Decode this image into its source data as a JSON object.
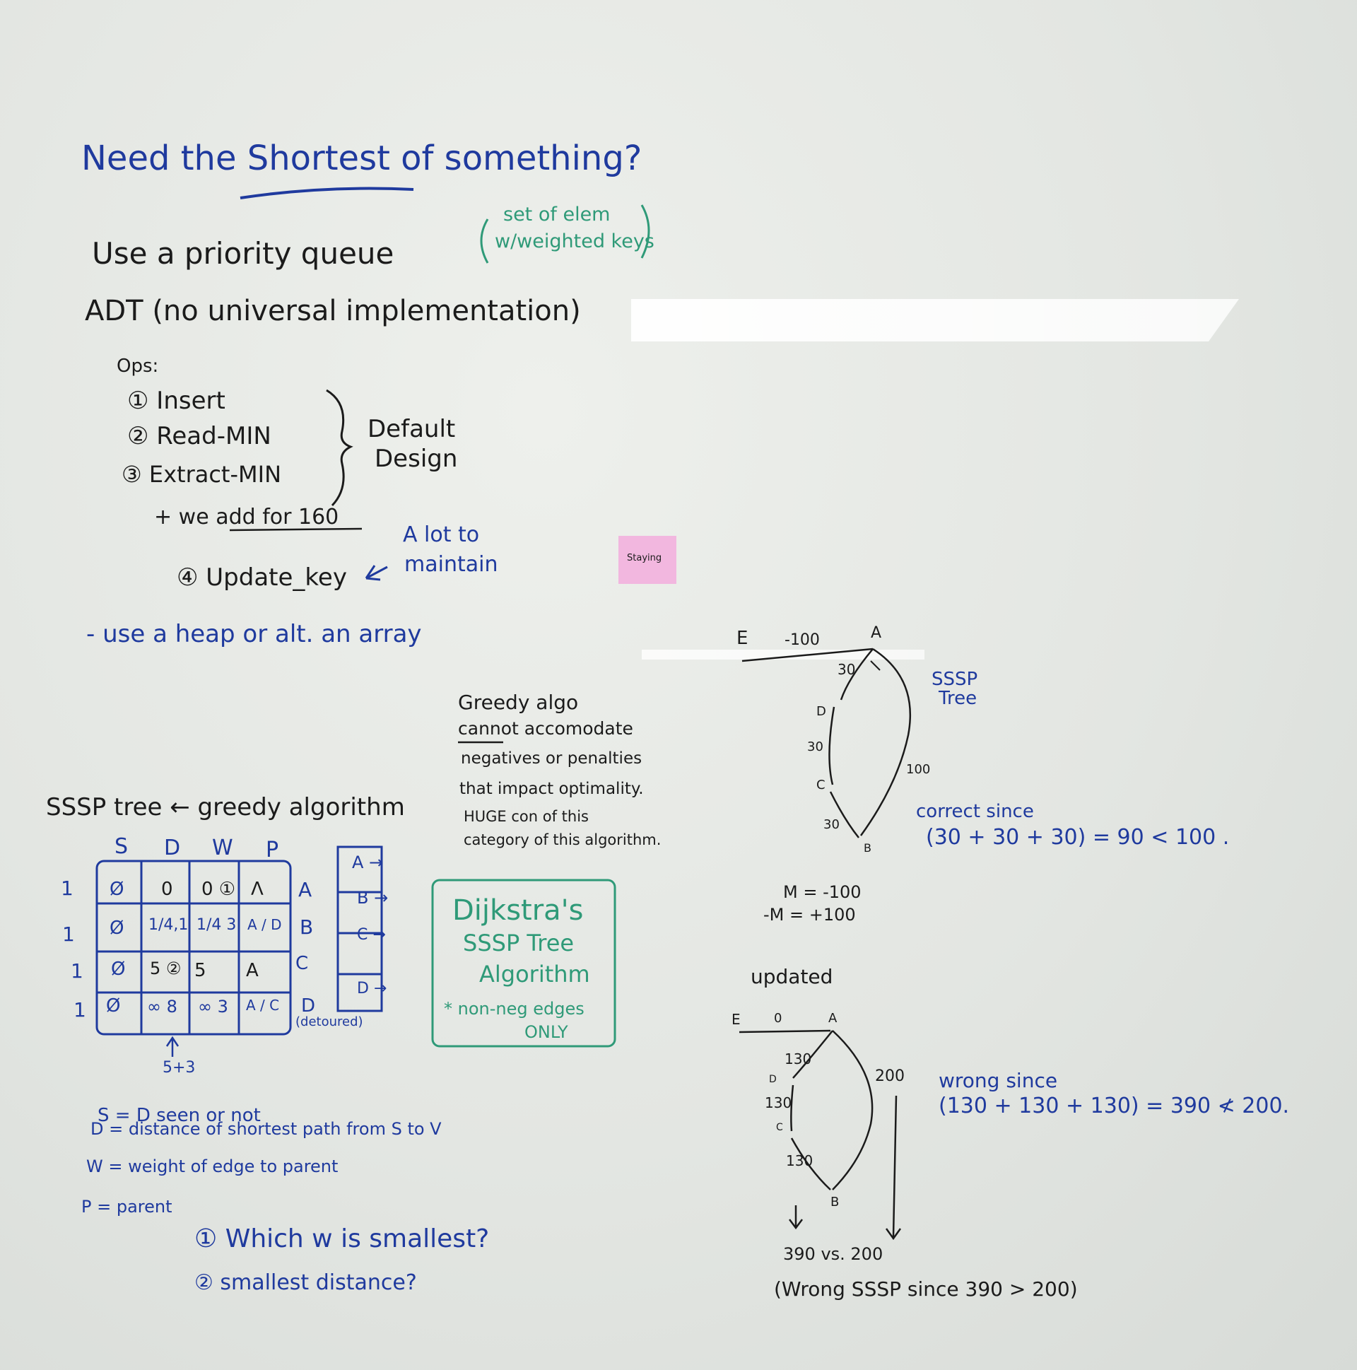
{
  "title": "Need the Shortest of something?",
  "bullets": {
    "b1": "Use a priority queue",
    "b1_note_1": "set of elem",
    "b1_note_2": "w/weighted keys",
    "b2": "ADT (no universal implementation)",
    "ops_label": "Ops:",
    "ops": [
      "① Insert",
      "② Read-MIN",
      "③ Extract-MIN"
    ],
    "default_design_1": "Default",
    "default_design_2": "Design",
    "we_add": "+ we add for 160",
    "op4": "④ Update_key",
    "a_lot_1": "A lot to",
    "a_lot_2": "maintain",
    "heap": "- use a heap   or alt. an array"
  },
  "sticky_note": "Staying",
  "greedy_note": [
    "Greedy algo",
    "cannot accomodate",
    "negatives or penalties",
    "that impact optimality.",
    "HUGE con of this",
    "category of this algorithm."
  ],
  "sssp_heading": "SSSP tree ← greedy algorithm",
  "table": {
    "columns": [
      "S",
      "D",
      "W",
      "P"
    ],
    "row_marks": [
      "1",
      "1",
      "1",
      "1"
    ],
    "row_nodes": [
      "A",
      "B",
      "C",
      "D"
    ],
    "cells": [
      [
        "Ø",
        "0",
        "0 ①",
        "Λ"
      ],
      [
        "Ø",
        "1/4,1",
        "1/4 3",
        "A / D"
      ],
      [
        "Ø",
        "5 ②",
        "5",
        "A"
      ],
      [
        "Ø",
        "∞ 8",
        "∞ 3",
        "A / C"
      ]
    ],
    "detoured": "(detoured)",
    "arrow_note": "5+3",
    "queue": [
      "A →",
      "B →",
      "C →",
      "D →"
    ]
  },
  "dijkstra_box": [
    "Dijkstra's",
    "SSSP Tree",
    "Algorithm",
    "* non-neg edges",
    "ONLY"
  ],
  "legend": [
    "S = D seen or not",
    "D = distance of shortest path from S to V",
    "W = weight of edge to parent",
    "P = parent"
  ],
  "questions": [
    "① Which w is smallest?",
    "② smallest distance?"
  ],
  "graph1": {
    "E": "E",
    "A": "A",
    "D": "D",
    "C": "C",
    "B": "B",
    "EA": "-100",
    "AD": "30",
    "DC": "30",
    "CB": "30",
    "AB": "100",
    "label_1": "SSSP",
    "label_2": "Tree"
  },
  "correct_1": "correct since",
  "correct_2": "(30 + 30 + 30) = 90 < 100 .",
  "m_1": "M = -100",
  "m_2": "-M = +100",
  "updated": "updated",
  "graph2": {
    "E": "E",
    "zero": "0",
    "A": "A",
    "D": "D",
    "C": "C",
    "B": "B",
    "AD": "130",
    "DC": "130",
    "CB": "130",
    "AB": "200"
  },
  "wrong_1": "wrong since",
  "wrong_2": "(130 + 130 + 130) = 390 ≮ 200.",
  "compare": "390  vs.  200",
  "wrong_sssp": "(Wrong SSSP since 390 > 200)",
  "colors": {
    "blue_ink": "#1f3a9e",
    "black_ink": "#1b1b1b",
    "green_ink": "#2f9a78",
    "sticky": "#f2b7df",
    "board": "#e5e8e4"
  }
}
